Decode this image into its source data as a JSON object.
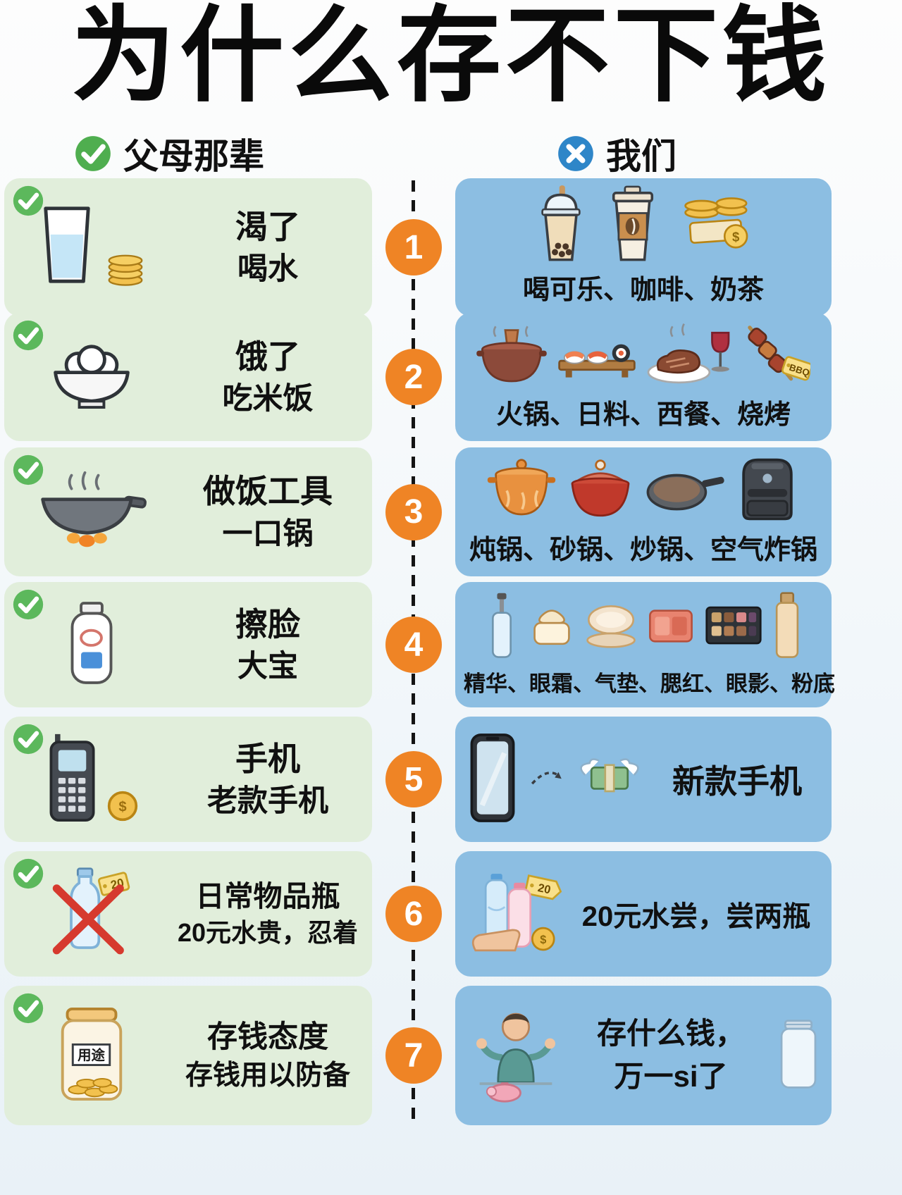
{
  "page": {
    "title": "为什么存不下钱"
  },
  "headers": {
    "left": {
      "label": "父母那辈"
    },
    "right": {
      "label": "我们"
    }
  },
  "glyphs": {
    "coin": "$",
    "tag20": "20",
    "bbq": "BBQ",
    "jar_label": "用途"
  },
  "rows": [
    {
      "num": "1",
      "left": {
        "line1": "渴了",
        "line2": "喝水"
      },
      "right": {
        "caption": "喝可乐、咖啡、奶茶"
      }
    },
    {
      "num": "2",
      "left": {
        "line1": "饿了",
        "line2": "吃米饭"
      },
      "right": {
        "caption": "火锅、日料、西餐、烧烤"
      }
    },
    {
      "num": "3",
      "left": {
        "line1": "做饭工具",
        "line2": "一口锅"
      },
      "right": {
        "caption": "炖锅、砂锅、炒锅、空气炸锅"
      }
    },
    {
      "num": "4",
      "left": {
        "line1": "擦脸",
        "line2": "大宝"
      },
      "right": {
        "caption": "精华、眼霜、气垫、腮红、眼影、粉底"
      }
    },
    {
      "num": "5",
      "left": {
        "line1": "手机",
        "line2": "老款手机"
      },
      "right": {
        "caption": "新款手机"
      }
    },
    {
      "num": "6",
      "left": {
        "line1": "日常物品瓶",
        "line2": "20元水贵，忍着"
      },
      "right": {
        "caption": "20元水尝，尝两瓶"
      }
    },
    {
      "num": "7",
      "left": {
        "line1": "存钱态度",
        "line2": "存钱用以防备"
      },
      "right": {
        "caption_line1": "存什么钱，",
        "caption_line2": "万一si了"
      }
    }
  ]
}
